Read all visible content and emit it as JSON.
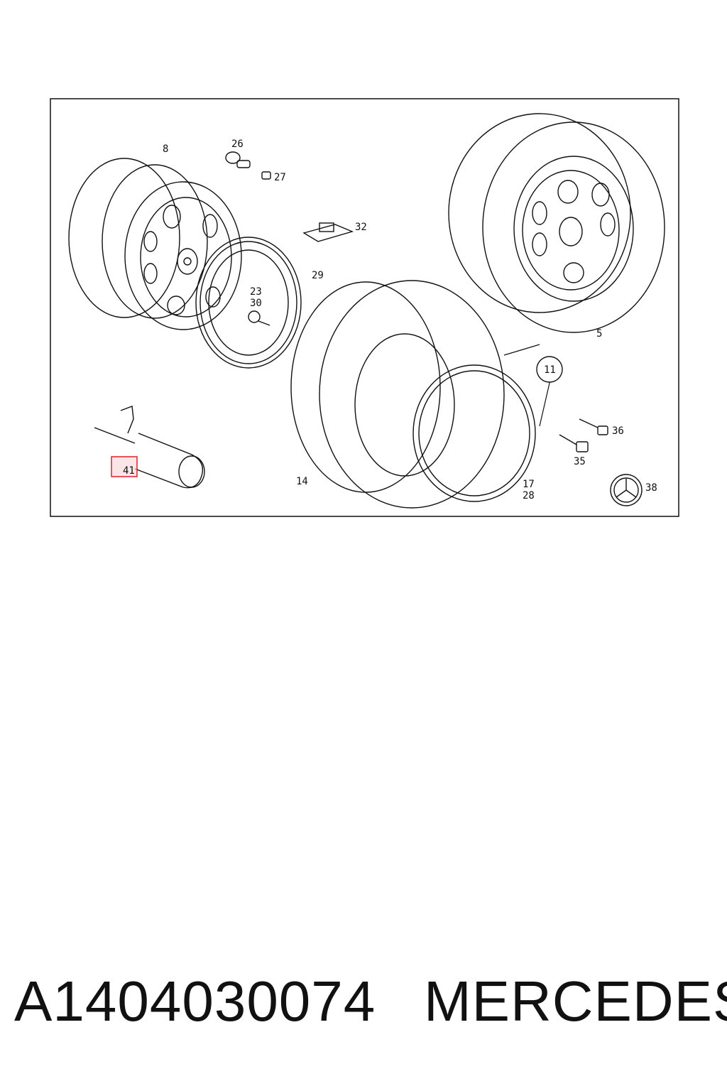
{
  "diagram": {
    "callouts": {
      "c8": "8",
      "c26": "26",
      "c27": "27",
      "c32": "32",
      "c29": "29",
      "c23": "23",
      "c30": "30",
      "c11": "11",
      "c5": "5",
      "c36": "36",
      "c35": "35",
      "c38": "38",
      "c14": "14",
      "c17": "17",
      "c28": "28",
      "c41": "41"
    },
    "highlight_color": "#e0202a"
  },
  "caption": {
    "part_number": "A1404030074",
    "brand": "MERCEDES"
  }
}
